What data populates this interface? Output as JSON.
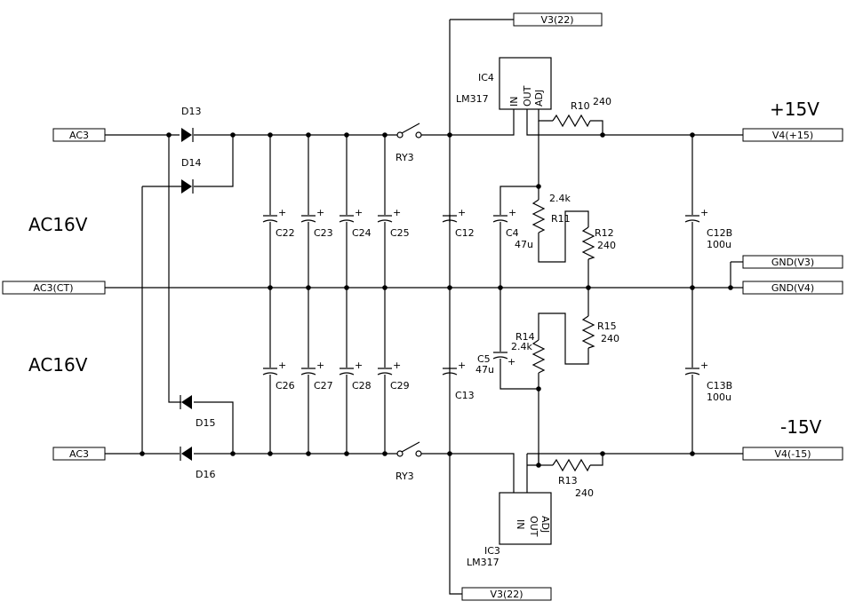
{
  "ports": {
    "ac3_top": "AC3",
    "ac3_ct": "AC3(CT)",
    "ac3_bot": "AC3",
    "v3_top": "V3(22)",
    "v3_bot": "V3(22)",
    "v4_pos": "V4(+15)",
    "v4_neg": "V4(-15)",
    "gnd_v3": "GND(V3)",
    "gnd_v4": "GND(V4)"
  },
  "headings": {
    "ac_top": "AC16V",
    "ac_bot": "AC16V",
    "plus15": "+15V",
    "minus15": "-15V"
  },
  "diodes": {
    "d13": "D13",
    "d14": "D14",
    "d15": "D15",
    "d16": "D16"
  },
  "relays": {
    "top": "RY3",
    "bot": "RY3"
  },
  "capacitors": {
    "c22": "C22",
    "c23": "C23",
    "c24": "C24",
    "c25": "C25",
    "c26": "C26",
    "c27": "C27",
    "c28": "C28",
    "c29": "C29",
    "c12": "C12",
    "c13": "C13",
    "c4": "C4",
    "c4_val": "47u",
    "c5": "C5",
    "c5_val": "47u",
    "c12b": "C12B",
    "c12b_val": "100u",
    "c13b": "C13B",
    "c13b_val": "100u"
  },
  "resistors": {
    "r10": "R10",
    "r10_val": "240",
    "r11": "R11",
    "r11_val": "2.4k",
    "r12": "R12",
    "r12_val": "240",
    "r13": "R13",
    "r13_val": "240",
    "r14": "R14",
    "r14_val": "2.4k",
    "r15": "R15",
    "r15_val": "240"
  },
  "ics": {
    "ic4": "IC4",
    "ic4_part": "LM317",
    "ic3": "IC3",
    "ic3_part": "LM317",
    "pin_in": "IN",
    "pin_out": "OUT",
    "pin_adj": "ADJ"
  }
}
